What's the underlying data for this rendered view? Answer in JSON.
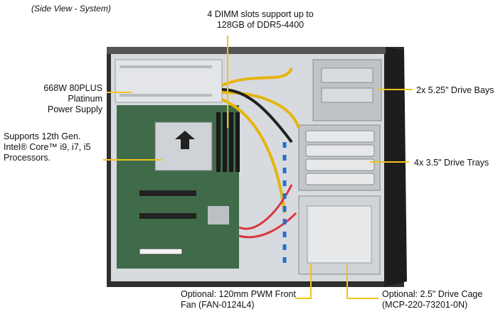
{
  "caption": "(Side View - System)",
  "callouts": {
    "dimm": [
      "4 DIMM slots support up to",
      "128GB of DDR5-4400"
    ],
    "psu": [
      "668W 80PLUS Platinum",
      "Power Supply"
    ],
    "cpu": [
      "Supports 12th Gen.",
      "Intel® Core™ i9, i7, i5",
      "Processors."
    ],
    "bays": [
      "2x 5.25\" Drive Bays"
    ],
    "trays": [
      "4x 3.5\" Drive Trays"
    ],
    "fan": [
      "Optional: 120mm PWM Front",
      "Fan (FAN-0124L4)"
    ],
    "cage": [
      "Optional: 2.5\" Drive Cage",
      "(MCP-220-73201-0N)"
    ]
  },
  "colors": {
    "leader": "#f0c419",
    "board": "#3f6b4a",
    "chassis": "#3a3a3a",
    "steel": "#c9ccd1"
  }
}
